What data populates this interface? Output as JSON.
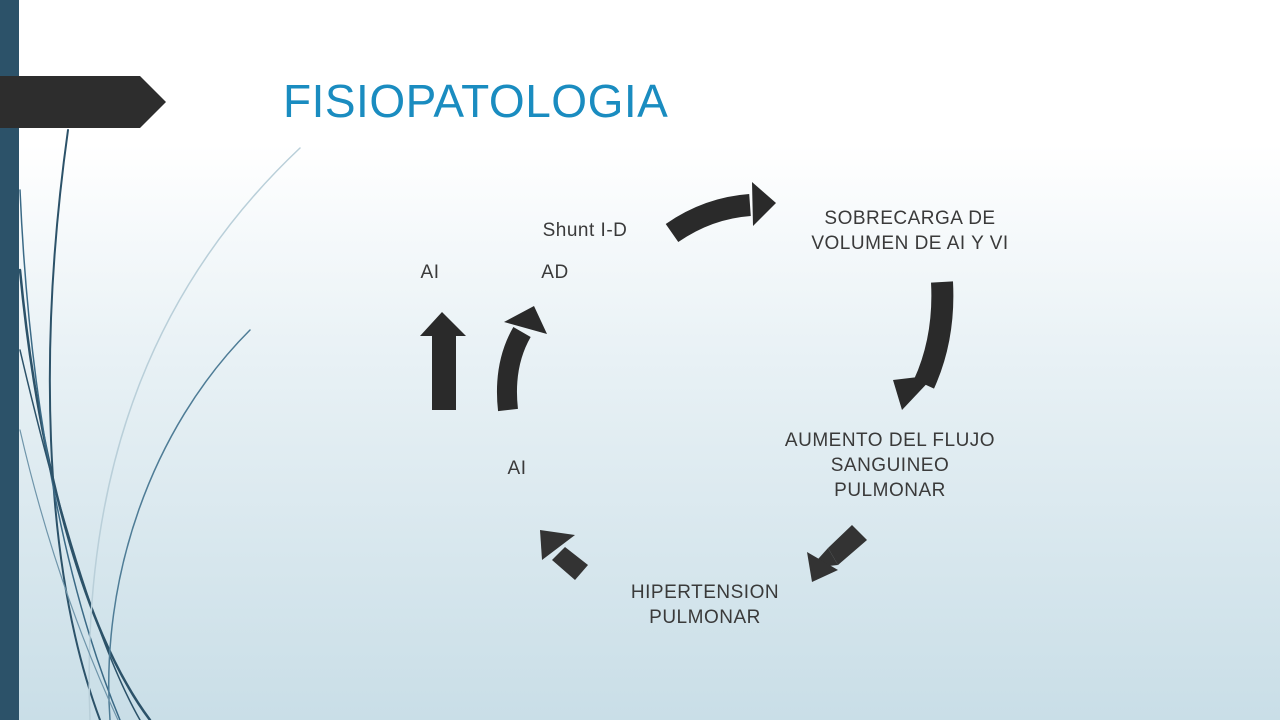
{
  "slide": {
    "title": "FISIOPATOLOGIA",
    "title_color": "#1a8cc0",
    "sidebar_color": "#2c5269",
    "arrow_color": "#3c3c3c"
  },
  "diagram": {
    "node_sobrecarga": "SOBRECARGA DE\nVOLUMEN DE AI Y VI",
    "node_aumento": "AUMENTO DEL FLUJO\nSANGUINEO\nPULMONAR",
    "node_hipertension": "HIPERTENSION\nPULMONAR",
    "node_shunt": "Shunt I-D",
    "label_ai_top": "AI",
    "label_ad": "AD",
    "label_ai_bottom": "AI"
  }
}
